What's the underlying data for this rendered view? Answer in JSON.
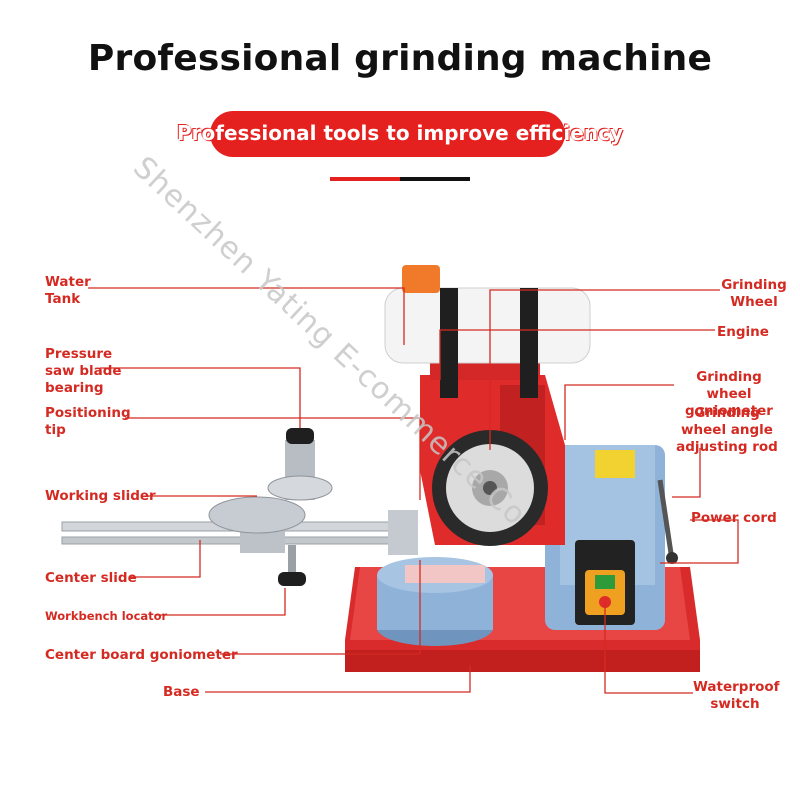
{
  "header": {
    "title": "Professional grinding machine",
    "subtitle": "Professional tools to improve efficiency"
  },
  "watermark": "Shenzhen Yating E-commerce Co",
  "labels": {
    "water_tank": "Water\nTank",
    "pressure_bearing": "Pressure\nsaw blade\nbearing",
    "positioning_tip": "Positioning\ntip",
    "working_slider": "Working slider",
    "center_slide": "Center slide",
    "workbench_locator": "Workbench locator",
    "center_board_goniometer": "Center board goniometer",
    "base": "Base",
    "grinding_wheel": "Grinding\nWheel",
    "engine": "Engine",
    "grinding_wheel_goniometer": "Grinding wheel\ngoniometer",
    "angle_adjusting_rod": "Grinding\nwheel angle\nadjusting rod",
    "power_cord": "Power cord",
    "waterproof_switch": "Waterproof\nswitch"
  },
  "colors": {
    "accent": "#e5211f",
    "label": "#d42a22",
    "machine_red": "#e02b2b",
    "machine_blue": "#8fb3d8"
  }
}
